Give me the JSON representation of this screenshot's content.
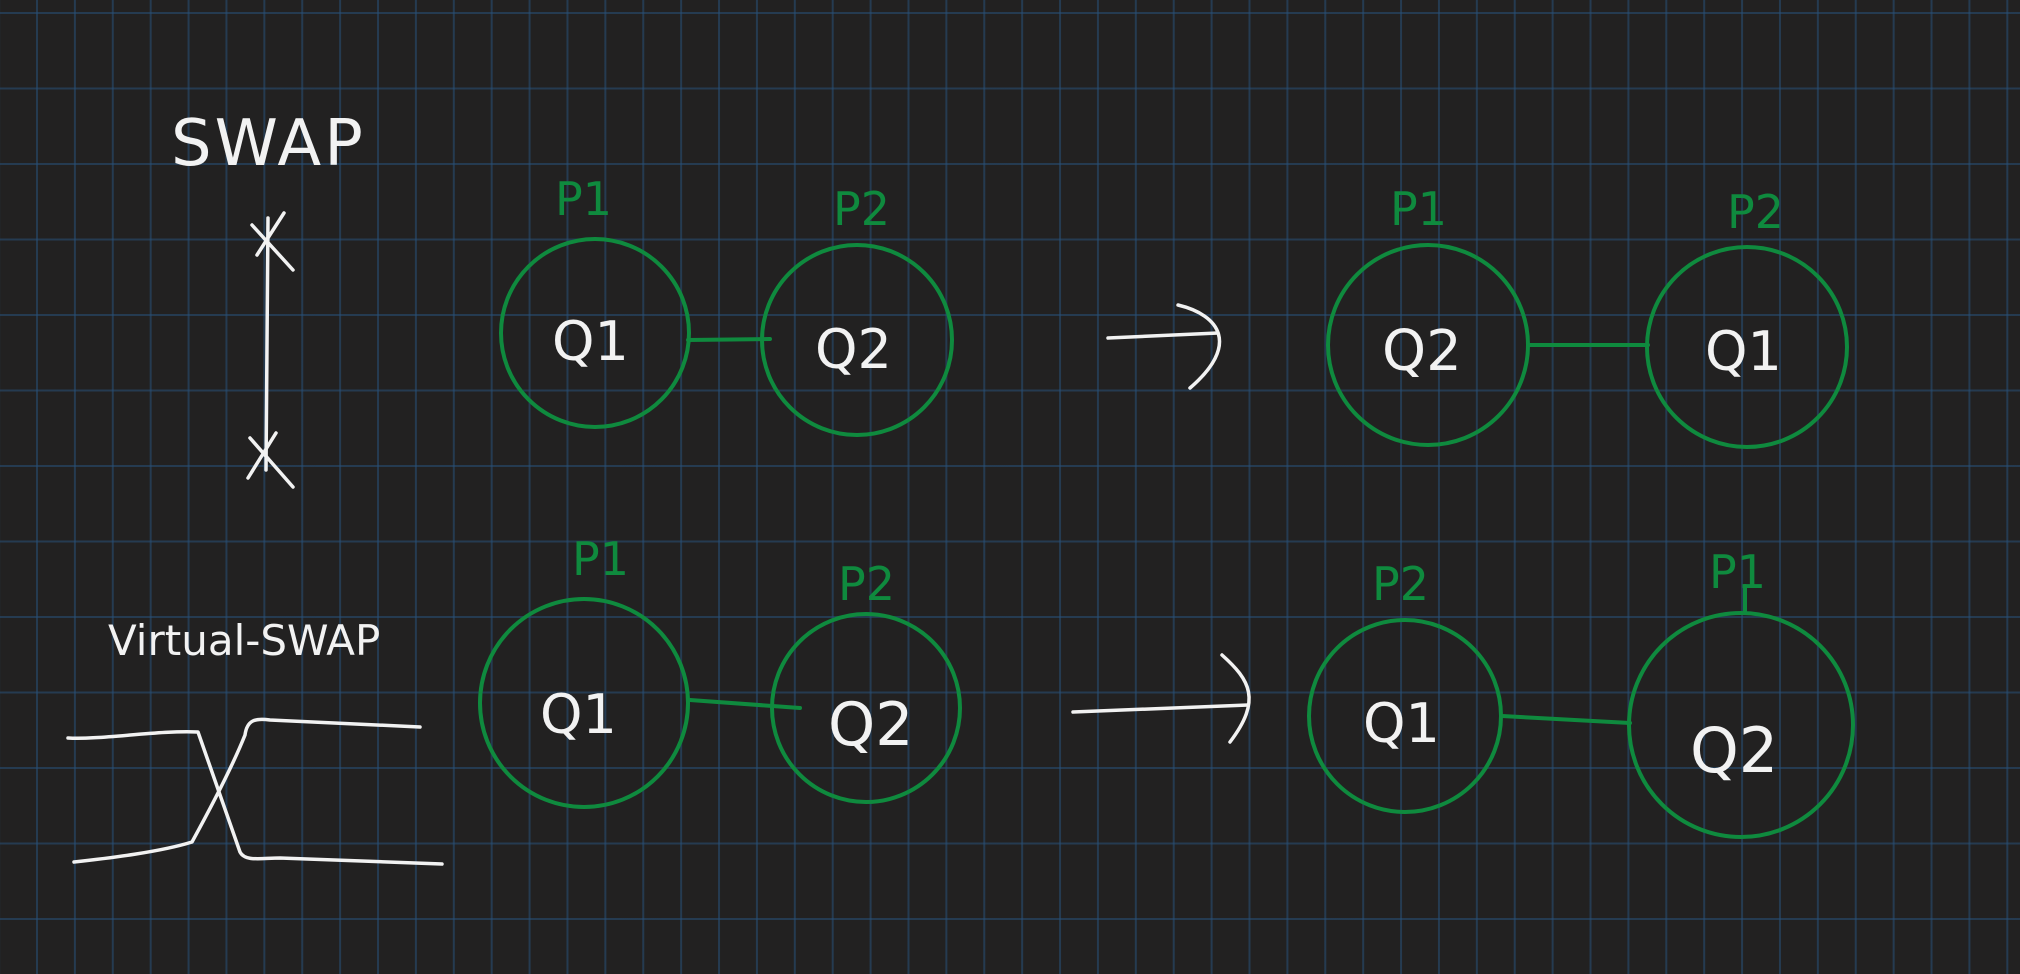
{
  "labels": {
    "swap_title": "SWAP",
    "virtual_swap_title": "Virtual-SWAP"
  },
  "colors": {
    "background": "#222121",
    "grid": "#1f3a55",
    "ink_white": "#f2f2f2",
    "ink_green": "#0f8a3e"
  },
  "top_row": {
    "before": {
      "left": {
        "physical": "P1",
        "qubit": "Q1"
      },
      "right": {
        "physical": "P2",
        "qubit": "Q2"
      }
    },
    "after": {
      "left": {
        "physical": "P1",
        "qubit": "Q2"
      },
      "right": {
        "physical": "P2",
        "qubit": "Q1"
      }
    }
  },
  "bottom_row": {
    "before": {
      "left": {
        "physical": "P1",
        "qubit": "Q1"
      },
      "right": {
        "physical": "P2",
        "qubit": "Q2"
      }
    },
    "after": {
      "left": {
        "physical": "P2",
        "qubit": "Q1"
      },
      "right": {
        "physical": "P1",
        "qubit": "Q2"
      }
    }
  }
}
